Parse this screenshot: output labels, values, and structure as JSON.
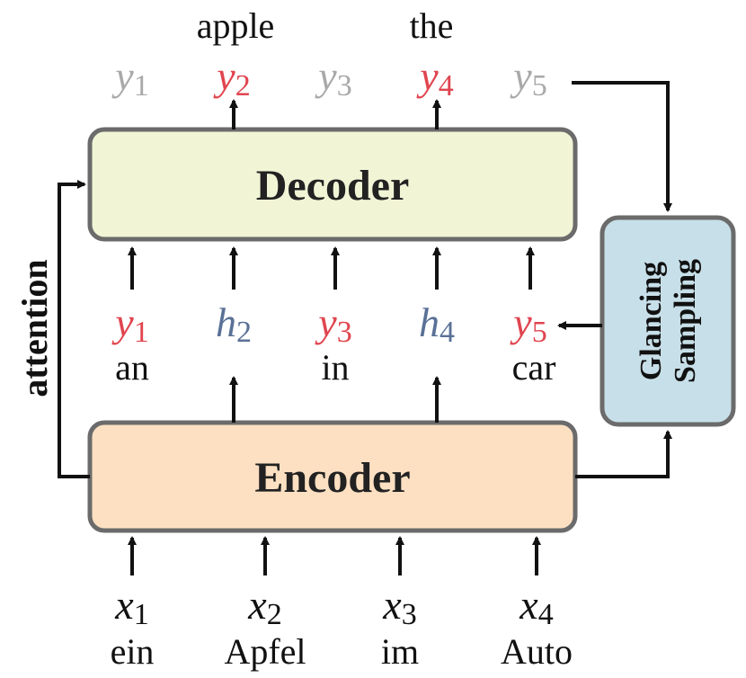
{
  "colors": {
    "target": "#e0454f",
    "hidden": "#5a7196",
    "faded": "#a9a9a9",
    "decoder_fill": "#f1f5d6",
    "encoder_fill": "#fde0c2",
    "glancing_fill": "#c7dfe8",
    "box_stroke": "#6b6b6b"
  },
  "decoder": {
    "label": "Decoder"
  },
  "encoder": {
    "label": "Encoder"
  },
  "glancing": {
    "line1": "Glancing",
    "line2": "Sampling"
  },
  "attention": {
    "label": "attention"
  },
  "outputs": [
    {
      "var": "y",
      "sub": "1",
      "word": "",
      "state": "faded"
    },
    {
      "var": "y",
      "sub": "2",
      "word": "apple",
      "state": "target"
    },
    {
      "var": "y",
      "sub": "3",
      "word": "",
      "state": "faded"
    },
    {
      "var": "y",
      "sub": "4",
      "word": "the",
      "state": "target"
    },
    {
      "var": "y",
      "sub": "5",
      "word": "",
      "state": "faded"
    }
  ],
  "decoder_inputs": [
    {
      "var": "y",
      "sub": "1",
      "word": "an",
      "state": "target"
    },
    {
      "var": "h",
      "sub": "2",
      "word": "",
      "state": "hidden"
    },
    {
      "var": "y",
      "sub": "3",
      "word": "in",
      "state": "target"
    },
    {
      "var": "h",
      "sub": "4",
      "word": "",
      "state": "hidden"
    },
    {
      "var": "y",
      "sub": "5",
      "word": "car",
      "state": "target"
    }
  ],
  "encoder_inputs": [
    {
      "var": "x",
      "sub": "1",
      "word": "ein"
    },
    {
      "var": "x",
      "sub": "2",
      "word": "Apfel"
    },
    {
      "var": "x",
      "sub": "3",
      "word": "im"
    },
    {
      "var": "x",
      "sub": "4",
      "word": "Auto"
    }
  ]
}
